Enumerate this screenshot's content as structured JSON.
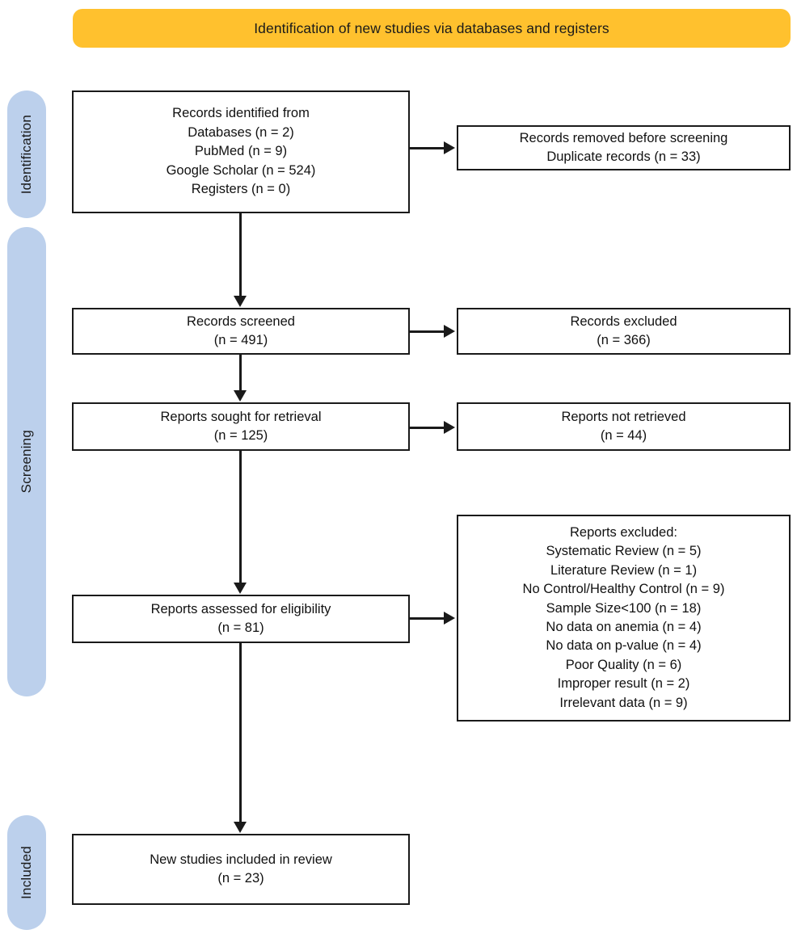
{
  "banner": {
    "title": "Identification of new studies via databases and registers",
    "color": "#FFC12E"
  },
  "stages": [
    {
      "id": "identification",
      "label": "Identification",
      "color": "#BCD0EC"
    },
    {
      "id": "screening",
      "label": "Screening",
      "color": "#BCD0EC"
    },
    {
      "id": "included",
      "label": "Included",
      "color": "#BCD0EC"
    }
  ],
  "boxes": {
    "identified": {
      "lines": [
        "Records identified from",
        "Databases (n = 2)",
        "PubMed (n = 9)",
        "Google Scholar (n = 524)",
        "Registers (n = 0)"
      ]
    },
    "removed": {
      "lines": [
        "Records removed before screening",
        "Duplicate records (n = 33)"
      ]
    },
    "screened": {
      "lines": [
        "Records screened",
        "(n = 491)"
      ]
    },
    "excluded_records": {
      "lines": [
        "Records excluded",
        "(n = 366)"
      ]
    },
    "sought": {
      "lines": [
        "Reports sought for retrieval",
        "(n = 125)"
      ]
    },
    "not_retrieved": {
      "lines": [
        "Reports not retrieved",
        "(n = 44)"
      ]
    },
    "assessed": {
      "lines": [
        "Reports assessed for eligibility",
        "(n = 81)"
      ]
    },
    "excluded_reports": {
      "lines": [
        "Reports excluded:",
        "Systematic Review (n = 5)",
        "Literature Review (n = 1)",
        "No Control/Healthy Control (n = 9)",
        "Sample Size<100 (n = 18)",
        "No data on anemia (n = 4)",
        "No data on p-value (n = 4)",
        "Poor Quality (n = 6)",
        "Improper result (n = 2)",
        "Irrelevant data (n = 9)"
      ]
    },
    "included": {
      "lines": [
        "New studies included in review",
        "(n = 23)"
      ]
    }
  }
}
